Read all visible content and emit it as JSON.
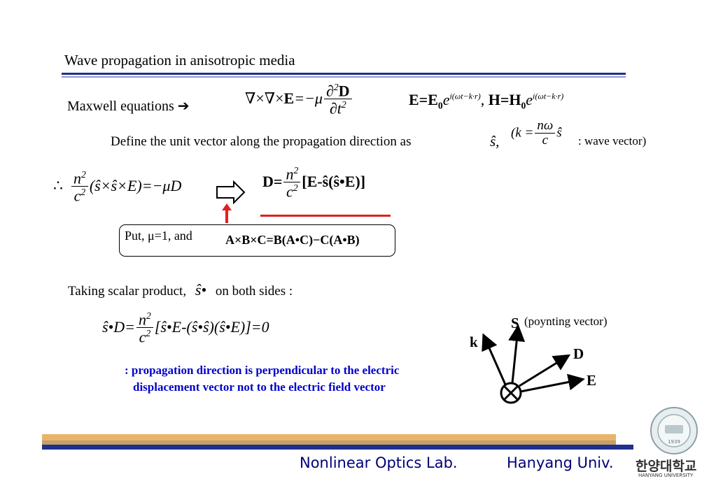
{
  "title": "Wave propagation in anisotropic media",
  "maxwell": {
    "label": "Maxwell equations",
    "arrow_glyph": "➔",
    "curl_curl": "∇×∇×",
    "E": "E",
    "eq_minus_mu": "=−μ",
    "partial2_D_num": "∂",
    "D": "D",
    "partial_t2_den": "∂t",
    "plane_E": "E=E",
    "plane_sub0": "0",
    "exp_e": "e",
    "exp_power": "i(ωt−k·r)",
    "comma": ",",
    "plane_H": "H=H"
  },
  "define": {
    "text": "Define the unit vector along the propagation direction as",
    "s_hat": "ŝ,",
    "k_def_prefix": "(k =",
    "n_omega": "nω",
    "c": "c",
    "s_hat2": "ŝ",
    "wave_vector_note": ": wave vector)"
  },
  "therefore": {
    "symbol": "∴",
    "n2": "n",
    "c2": "c",
    "expr": "(ŝ×ŝ×E)=−μD",
    "D_eq": "D=",
    "expr_right": "[E-ŝ(ŝ•E)]"
  },
  "put_box": {
    "put_text": "Put, μ=1, and",
    "identity": "A×B×C=B(A•C)−C(A•B)"
  },
  "scalar": {
    "text_before": "Taking scalar product,",
    "s_dot": "ŝ•",
    "text_after": "on both sides :",
    "lhs": "ŝ•D=",
    "rhs": "[ŝ•E-(ŝ•ŝ)(ŝ•E)]=0"
  },
  "conclusion": {
    "line1": ": propagation direction is perpendicular to the electric",
    "line2": "displacement vector not to the electric field vector"
  },
  "diagram": {
    "S": "S",
    "poynting": "(poynting vector)",
    "k": "k",
    "D": "D",
    "E": "E"
  },
  "footer": {
    "lab": "Nonlinear Optics Lab.",
    "univ": "Hanyang Univ.",
    "logo_korean": "한양대학교",
    "logo_english": "HANYANG UNIVERSITY",
    "seal_year": "1939"
  },
  "colors": {
    "rule_dark": "#1f2f8f",
    "rule_light": "#8f95c8",
    "highlight_red": "#e02020",
    "blue_text": "#0000cc",
    "footer_gold": "#e9b46a",
    "footer_tan": "#c4a068",
    "footer_navy": "#1f2f8f",
    "footer_text": "#00007a"
  }
}
